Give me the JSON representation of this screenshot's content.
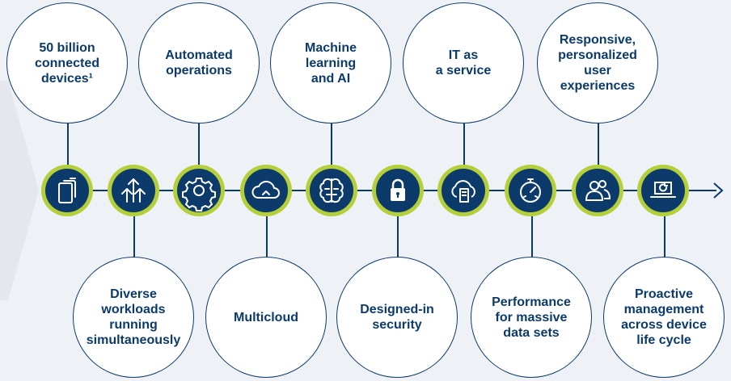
{
  "top_labels": [
    "50 billion\nconnected\ndevices¹",
    "Automated\noperations",
    "Machine\nlearning\nand AI",
    "IT as\na service",
    "Responsive,\npersonalized\nuser\nexperiences"
  ],
  "bottom_labels": [
    "Diverse\nworkloads\nrunning\nsimultaneously",
    "Multicloud",
    "Designed-in\nsecurity",
    "Performance\nfor massive\ndata sets",
    "Proactive\nmanagement\nacross device\nlife cycle"
  ],
  "icons": [
    "devices-icon",
    "diverse-arrows-icon",
    "gear-icon",
    "cloud-upload-icon",
    "brain-icon",
    "lock-icon",
    "cloud-server-icon",
    "stopwatch-icon",
    "users-icon",
    "laptop-refresh-icon"
  ],
  "colors": {
    "navy": "#0b3a6b",
    "lime": "#b4cf3a",
    "background": "#eef1f5",
    "bubble": "#ffffff"
  }
}
